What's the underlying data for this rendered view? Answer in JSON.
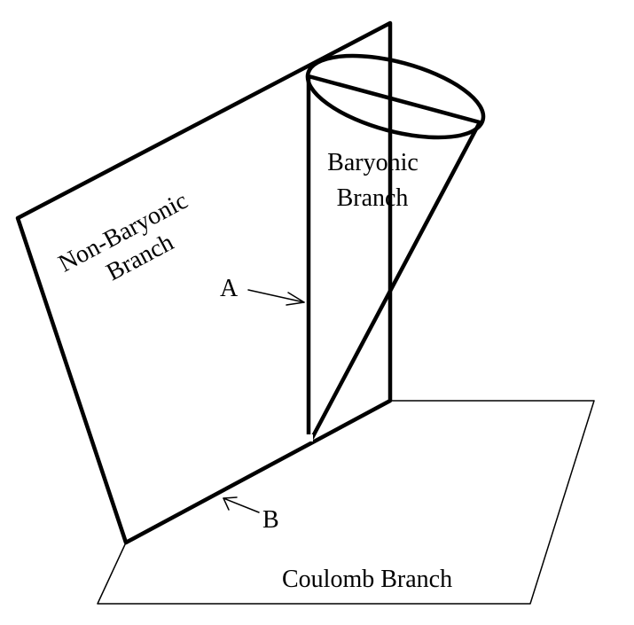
{
  "labels": {
    "non_baryonic": [
      "Non-Baryonic",
      "Branch"
    ],
    "baryonic": [
      "Baryonic",
      "Branch"
    ],
    "coulomb": "Coulomb Branch",
    "point_a": "A",
    "point_b": "B"
  },
  "colors": {
    "stroke": "#000000",
    "background": "#ffffff"
  }
}
